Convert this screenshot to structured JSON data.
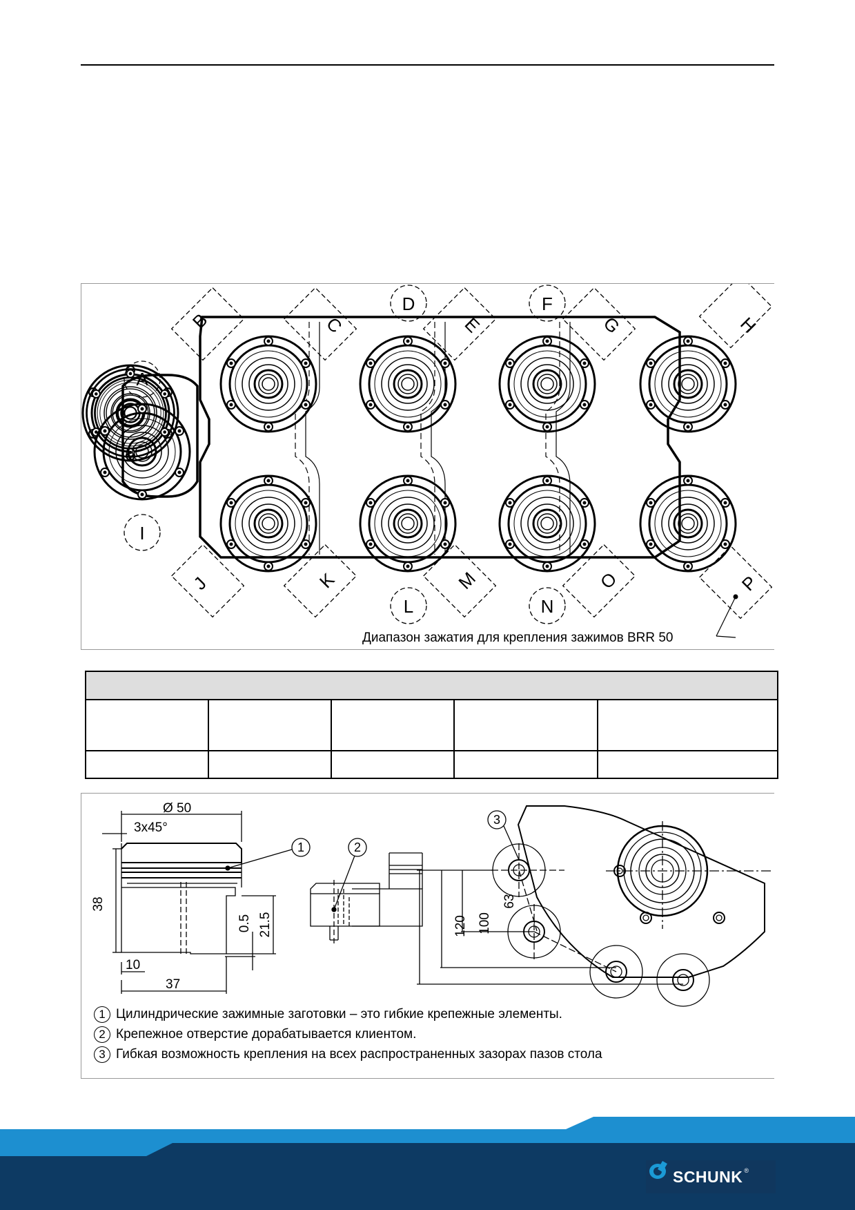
{
  "drawing_layout": {
    "clamp_labels": [
      "A",
      "B",
      "C",
      "D",
      "E",
      "F",
      "G",
      "H",
      "I",
      "J",
      "K",
      "L",
      "M",
      "N",
      "O",
      "P"
    ],
    "clamp_range_caption": "Диапазон зажатия для крепления зажимов BRR 50"
  },
  "table": {
    "rows": [
      [
        "",
        "",
        "",
        "",
        ""
      ],
      [
        "",
        "",
        "",
        "",
        ""
      ]
    ]
  },
  "drawing_detail": {
    "dimensions": {
      "diameter": "Ø 50",
      "chamfer": "3x45°",
      "height_38": "38",
      "dim_21_5": "21.5",
      "dim_0_5": "0.5",
      "dim_10": "10",
      "dim_37": "37",
      "dim_120": "120",
      "dim_100": "100",
      "dim_63": "63"
    },
    "callouts": [
      "1",
      "2",
      "3"
    ],
    "notes": [
      {
        "num": "1",
        "text": "Цилиндрические зажимные заготовки – это гибкие крепежные элементы."
      },
      {
        "num": "2",
        "text": "Крепежное отверстие дорабатывается клиентом."
      },
      {
        "num": "3",
        "text": "Гибкая возможность крепления на всех распространенных зазорах пазов стола"
      }
    ]
  },
  "footer": {
    "logo_text": "SCHUNK",
    "logo_reg": "®",
    "colors": {
      "band_light": "#1d8fd0",
      "band_dark": "#0d3a63",
      "accent": "#1b9ad6"
    }
  }
}
